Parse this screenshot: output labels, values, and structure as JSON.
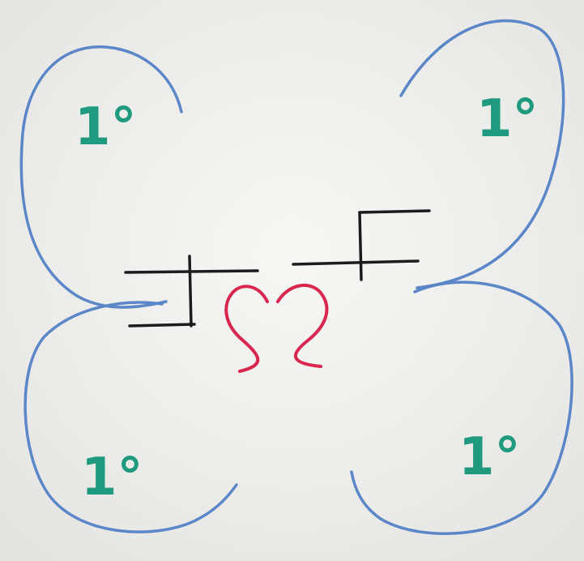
{
  "colors": {
    "board": "#f4f4f2",
    "loop_blue": "#5b86c7",
    "label_teal": "#1f9a7e",
    "heart_red": "#d8264e",
    "junction_black": "#1c1c1c"
  },
  "loops": [
    {
      "id": "top-left",
      "label": "1°"
    },
    {
      "id": "top-right",
      "label": "1°"
    },
    {
      "id": "bottom-left",
      "label": "1°"
    },
    {
      "id": "bottom-right",
      "label": "1°"
    }
  ]
}
